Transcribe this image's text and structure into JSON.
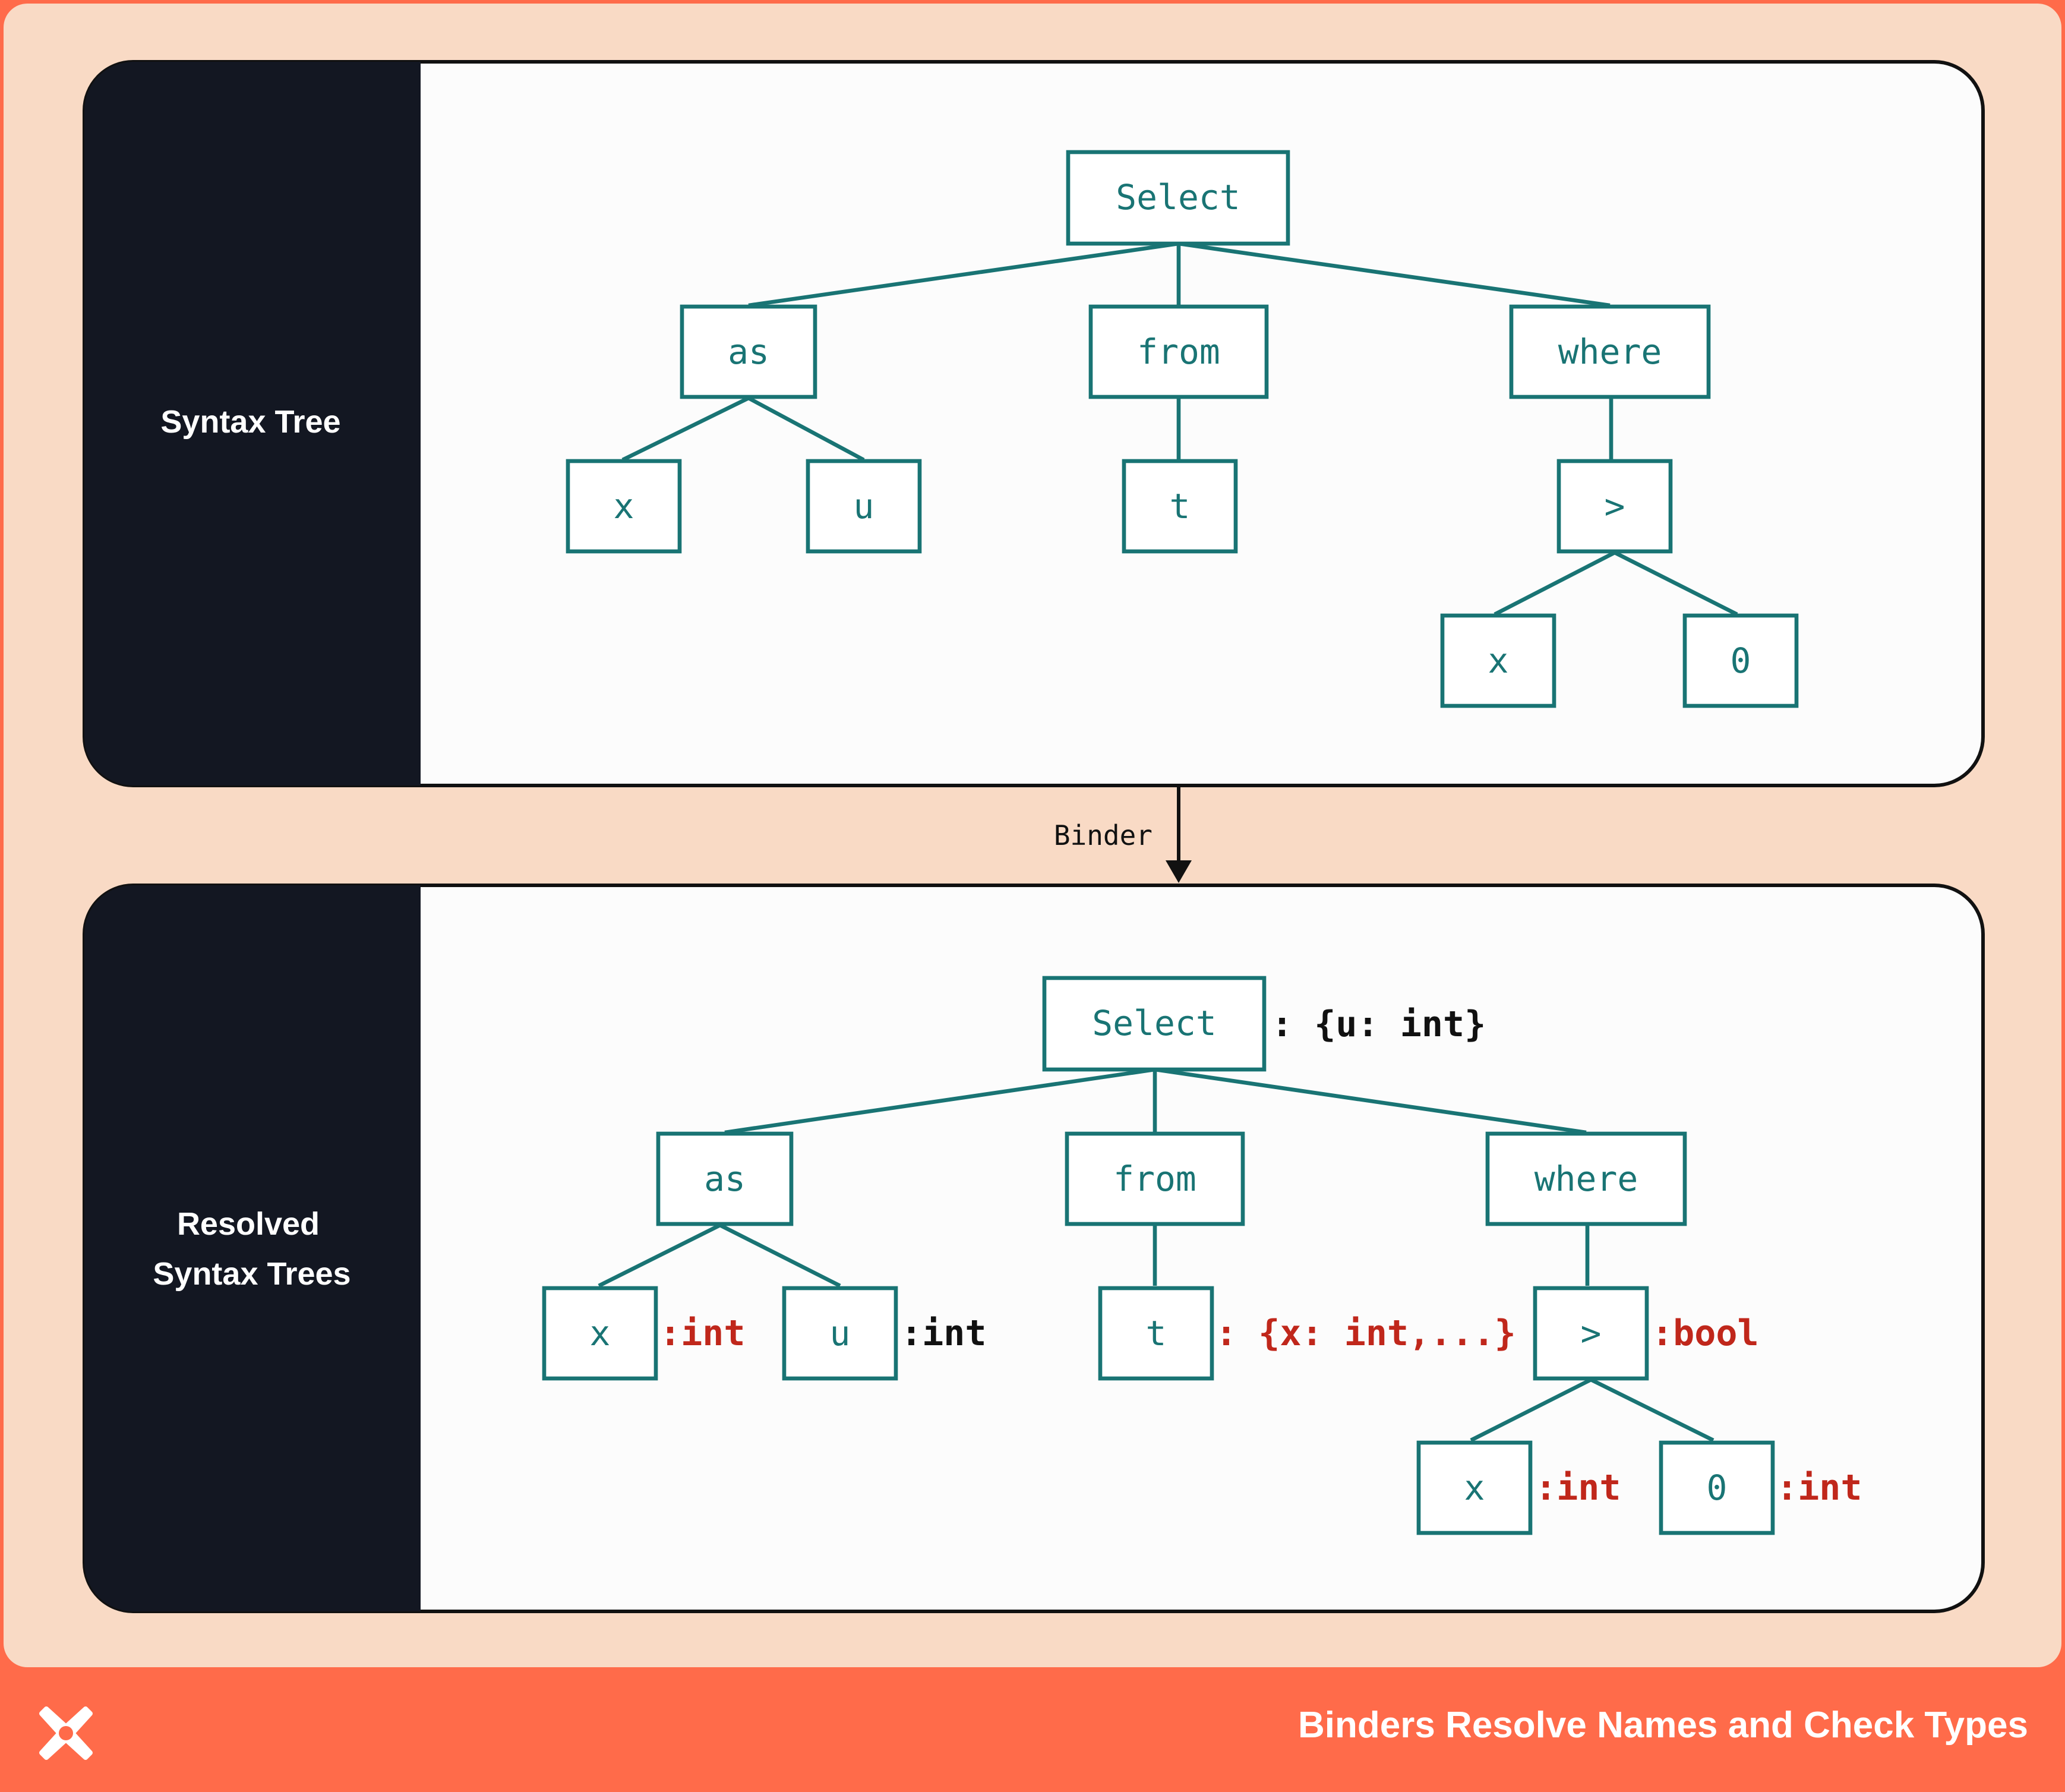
{
  "footer": {
    "title": "Binders Resolve Names and Check Types"
  },
  "colors": {
    "node": "#197474",
    "type_red": "#C0271B",
    "panel_dark": "#131722",
    "background": "#F9DAC5",
    "footer": "#FF6B4A"
  },
  "arrow": {
    "label": "Binder"
  },
  "panels": [
    {
      "label_lines": [
        "Syntax Tree"
      ],
      "nodes": {
        "select": "Select",
        "as": "as",
        "from": "from",
        "where": "where",
        "x": "x",
        "u": "u",
        "t": "t",
        "gt": ">",
        "x2": "x",
        "zero": "0"
      }
    },
    {
      "label_lines": [
        "Resolved",
        "Syntax Trees"
      ],
      "nodes": {
        "select": "Select",
        "as": "as",
        "from": "from",
        "where": "where",
        "x": "x",
        "u": "u",
        "t": "t",
        "gt": ">",
        "x2": "x",
        "zero": "0"
      },
      "types": {
        "select": ": {u: int}",
        "x": ":int",
        "u": ":int",
        "t": ": {x: int,...}",
        "gt": ":bool",
        "x2": ":int",
        "zero": ":int"
      }
    }
  ]
}
